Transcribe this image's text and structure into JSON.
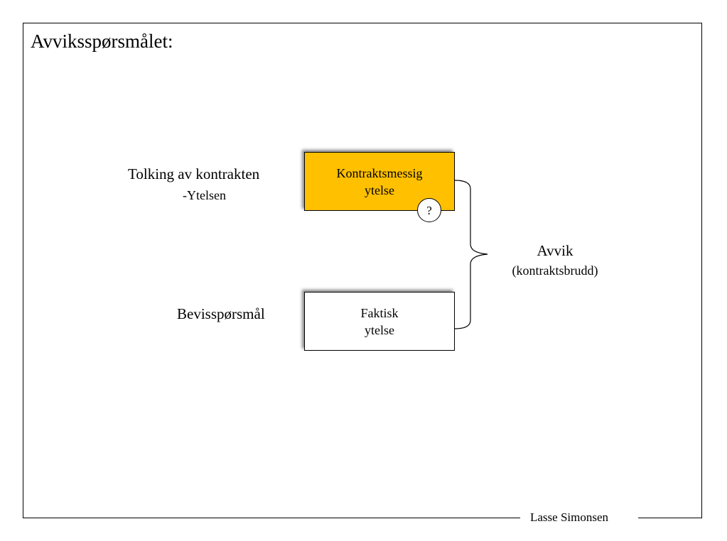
{
  "slide": {
    "title": "Avviksspørsmålet:",
    "author": "Lasse Simonsen"
  },
  "diagram": {
    "interpretation_label": "Tolking av kontrakten",
    "interpretation_sub": "-Ytelsen",
    "evidence_label": "Bevisspørsmål",
    "contract_box": {
      "line1": "Kontraktsmessig",
      "line2": "ytelse",
      "fill": "#FFC000"
    },
    "actual_box": {
      "line1": "Faktisk",
      "line2": "ytelse",
      "fill": "#FFFFFF"
    },
    "question_mark": "?",
    "result_title": "Avvik",
    "result_sub": "(kontraktsbrudd)"
  }
}
